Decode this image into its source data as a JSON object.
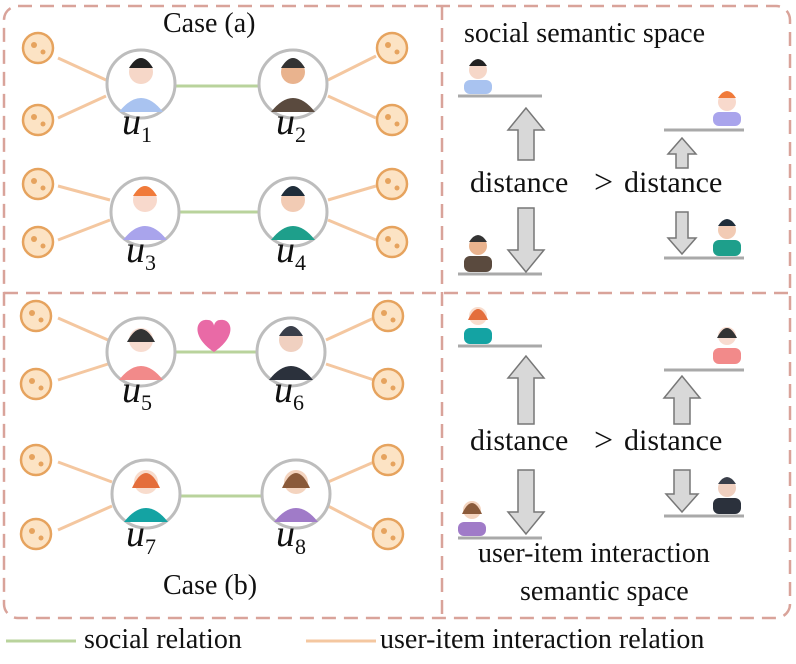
{
  "case_a": "Case (a)",
  "case_b": "Case (b)",
  "social_space": "social semantic space",
  "interaction_space_line1": "user-item interaction",
  "interaction_space_line2": "semantic space",
  "distance": "distance",
  "greater": ">",
  "users": {
    "u1": {
      "base": "u",
      "sub": "1"
    },
    "u2": {
      "base": "u",
      "sub": "2"
    },
    "u3": {
      "base": "u",
      "sub": "3"
    },
    "u4": {
      "base": "u",
      "sub": "4"
    },
    "u5": {
      "base": "u",
      "sub": "5"
    },
    "u6": {
      "base": "u",
      "sub": "6"
    },
    "u7": {
      "base": "u",
      "sub": "7"
    },
    "u8": {
      "base": "u",
      "sub": "8"
    }
  },
  "legend": {
    "social": "social relation",
    "interaction": "user-item interaction relation"
  },
  "colors": {
    "frame": "#d9a39a",
    "social_line": "#b9d39c",
    "interaction_line": "#f4c7a0",
    "arrow_fill": "#d8d8d8",
    "heart": "#e96aa6",
    "item_fill": "#fce3c4",
    "item_stroke": "#e6a35e"
  }
}
